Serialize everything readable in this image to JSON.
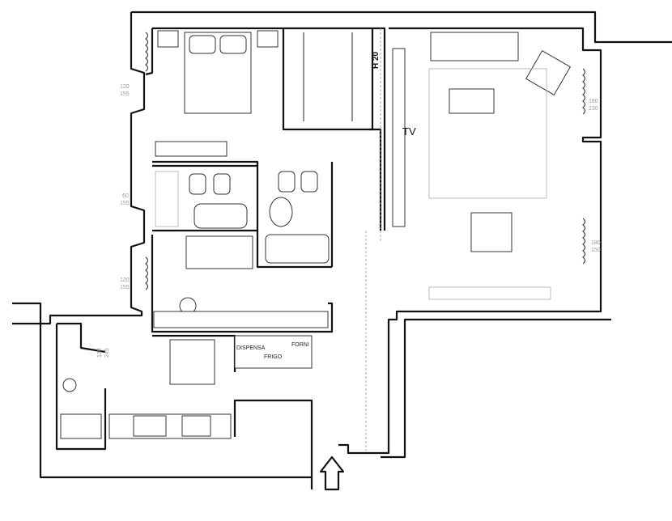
{
  "plan": {
    "dimensions": {
      "bedroom_window": [
        "120",
        "155"
      ],
      "bathroom_window": [
        "60",
        "155"
      ],
      "study_window": [
        "120",
        "155"
      ],
      "living_window_top": [
        "180",
        "230"
      ],
      "living_window_bottom": [
        "180",
        "150"
      ],
      "kitchen_window": [
        "130",
        "245"
      ]
    },
    "labels": {
      "wardrobe_height": "H 20",
      "tv": "TV",
      "pantry": "DISPENSA",
      "fridge": "FRIGO",
      "ovens": "FORNI"
    }
  }
}
